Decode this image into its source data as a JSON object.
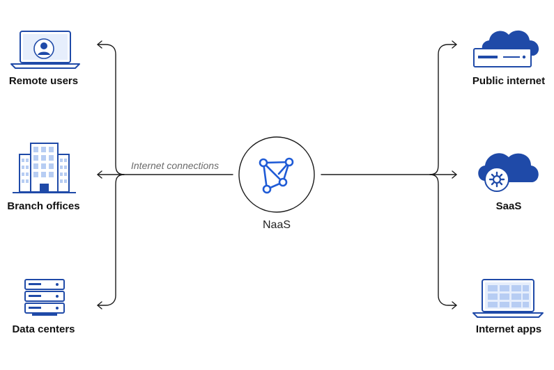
{
  "hub": {
    "label": "NaaS",
    "icon": "network-nodes-icon"
  },
  "connection_label": "Internet connections",
  "left_nodes": [
    {
      "id": "remote-users",
      "label": "Remote users",
      "icon": "laptop-user-icon"
    },
    {
      "id": "branch-offices",
      "label": "Branch offices",
      "icon": "office-building-icon"
    },
    {
      "id": "data-centers",
      "label": "Data centers",
      "icon": "server-rack-icon"
    }
  ],
  "right_nodes": [
    {
      "id": "public-internet",
      "label": "Public internet",
      "icon": "cloud-server-icon"
    },
    {
      "id": "saas",
      "label": "SaaS",
      "icon": "cloud-gear-icon"
    },
    {
      "id": "internet-apps",
      "label": "Internet apps",
      "icon": "laptop-apps-icon"
    }
  ],
  "colors": {
    "primary": "#1f4aa8",
    "light": "#dbe6fb",
    "mid": "#a9c1ef",
    "line": "#1a1a1a"
  }
}
